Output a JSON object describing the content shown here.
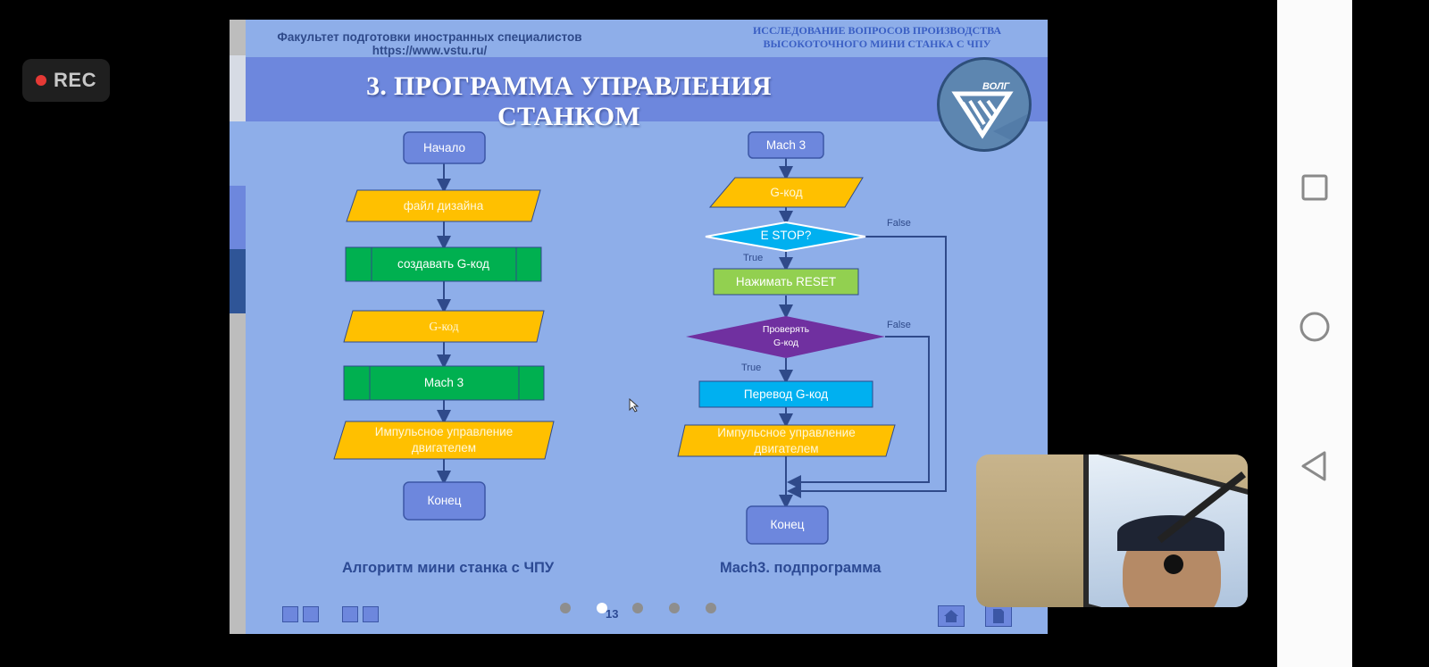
{
  "recording": {
    "label": "REC",
    "dot_color": "#e53935"
  },
  "android_nav": {
    "buttons": [
      "recents",
      "home",
      "back"
    ]
  },
  "slide": {
    "header": {
      "faculty": "Факультет подготовки иностранных специалистов",
      "url": "https://www.vstu.ru/",
      "research_line1": "ИССЛЕДОВАНИЕ ВОПРОСОВ ПРОИЗВОДСТВА",
      "research_line2": "ВЫСОКОТОЧНОГО МИНИ СТАНКА С ЧПУ"
    },
    "title": "3. ПРОГРАММА УПРАВЛЕНИЯ СТАНКОМ",
    "logo_text": "ВОЛГ",
    "left_flowchart": {
      "caption": "Алгоритм мини станка с ЧПУ",
      "nodes": [
        {
          "type": "terminal",
          "label": "Начало"
        },
        {
          "type": "io",
          "label": "файл дизайна"
        },
        {
          "type": "subprocess",
          "label": "создавать G-код"
        },
        {
          "type": "io",
          "label": "G-код"
        },
        {
          "type": "subprocess",
          "label": "Mach 3"
        },
        {
          "type": "io",
          "label_line1": "Импульсное управление",
          "label_line2": "двигателем"
        },
        {
          "type": "terminal",
          "label": "Конец"
        }
      ]
    },
    "right_flowchart": {
      "caption": "Mach3. подпрограмма",
      "nodes": [
        {
          "type": "terminal",
          "label": "Mach 3"
        },
        {
          "type": "io",
          "label": "G-код"
        },
        {
          "type": "decision",
          "label": "E STOP?",
          "true_label": "True",
          "false_label": "False"
        },
        {
          "type": "process",
          "label": "Нажимать RESET"
        },
        {
          "type": "decision",
          "label_line1": "Проверять",
          "label_line2": "G-код",
          "true_label": "True",
          "false_label": "False"
        },
        {
          "type": "process",
          "label": "Перевод G-код"
        },
        {
          "type": "io",
          "label_line1": "Импульсное управление",
          "label_line2": "двигателем"
        },
        {
          "type": "terminal",
          "label": "Конец"
        }
      ]
    },
    "footer": {
      "page_number": "13",
      "total_dots": 5,
      "active_dot": 2
    },
    "colors": {
      "background": "#8eaee9",
      "title_band": "#6d87dd",
      "terminal": "#6d87dd",
      "io": "#ffc000",
      "subprocess": "#00b050",
      "estop": "#00b0f0",
      "reset": "#92d050",
      "check": "#7030a0",
      "translate": "#00b0f0",
      "line": "#2f4a8a"
    }
  }
}
